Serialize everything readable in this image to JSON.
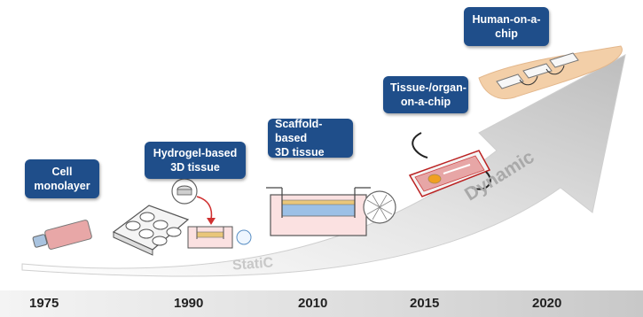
{
  "labels": {
    "cell_monolayer": [
      "Cell",
      "monolayer"
    ],
    "hydrogel": [
      "Hydrogel-based",
      "3D tissue"
    ],
    "scaffold": [
      "Scaffold-based",
      "3D tissue"
    ],
    "organ_chip": [
      "Tissue-/organ-",
      "on-a-chip"
    ],
    "human_chip": [
      "Human-on-a-",
      "chip"
    ]
  },
  "arrow_words": {
    "static": "StatiC",
    "dynamic": "Dynamic"
  },
  "years": [
    "1975",
    "1990",
    "2010",
    "2015",
    "2020"
  ],
  "colors": {
    "label_bg": "#1f4e8a",
    "arrow_fill": "#d9d9d9",
    "tissue_pink": "#e8a7a7",
    "skin_tone": "#f3cfa8"
  },
  "icons": {
    "flask": "cell-culture-flask-icon",
    "well_plate": "multiwell-plate-icon",
    "transwell": "transwell-insert-icon",
    "chip": "organ-chip-icon",
    "human_chips": "human-body-chips-icon"
  }
}
